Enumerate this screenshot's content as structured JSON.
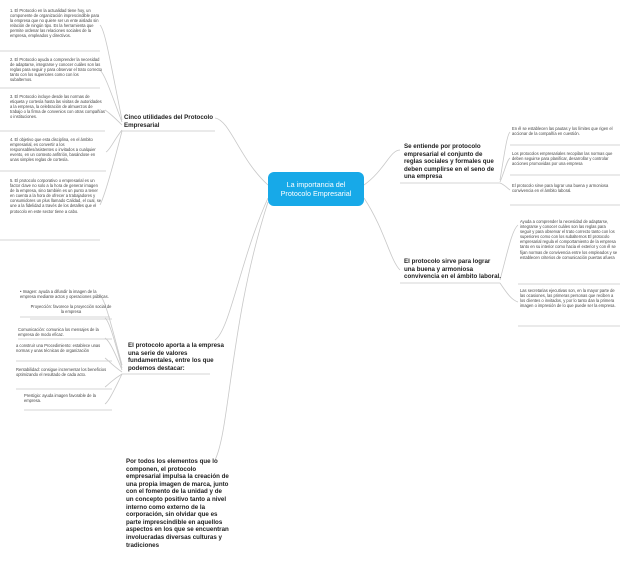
{
  "center": {
    "label": "La importancia del Protocolo Empresarial",
    "color": "#17a9e8"
  },
  "left_topics": [
    {
      "label": "Cinco utilidades del Protocolo Empresarial",
      "items": [
        "1.      El Protocolo en la actualidad tiene hoy, un componente de organización imprescindible para la empresa que no quiere ser un ente aislado sin relación de ningún tipo. Es la herramienta que permite ordenar las relaciones sociales de la empresa, empleados y  directivos.",
        "2.      El Protocolo ayuda a comprender la necesidad de adaptarse, integrarse y conocer cuáles son las reglas para seguir y para observar el trato correcto tanto con los superiores como con los subalternos.",
        "3.      El Protocolo incluye desde las normas de etiqueta y cortesía hasta las visitas de autoridades a la empresa, la celebración de almuerzos de trabajo o la firma de convenios con otras compañías o instituciones.",
        "4.      El objetivo que esta disciplina, en el ámbito empresarial, es convertir a los responsables/asistentes o invitados a cualquier evento, en un contexto anfitrión, basándose en unas simples reglas de cortesía.",
        "5.      El protocolo corporativo o empresarial es un factor clave no solo a la hora de generar imagen de la empresa, sino también es un punto a tener en cuenta a la hora de ofrecer a trabajadores y consumidores un plus llamado Calidad, el cual, se une a la fidelidad  a través de los detalles que el protocolo en este sector tiene a cabo."
      ]
    },
    {
      "label": "El protocolo aporta a la empresa una serie de valores fundamentales, entre los que podemos destacar:",
      "items": [
        "•    Imagen: ayuda a difundir la imagen de la empresa mediante actos y operaciones públicas.",
        "Proyección: favorece la proyección social de la empresa",
        "Comunicación: comunica los mensajes de la empresa de modo eficaz.",
        "a construir  una Procedimiento: establece unas normas y unas técnicas de organización",
        "Rentabilidad: consigue incrementar los beneficios optimizando el resultado de cada acto.",
        "Prestigio: ayuda imagen favorable de la empresa."
      ]
    },
    {
      "label": "Por todos los elementos que lo componen, el protocolo empresarial impulsa la creación de una propia imagen de marca, junto con el fomento de la unidad y de un concepto positivo tanto a nivel interno como externo de la corporación, sin olvidar que es parte imprescindible en aquellos aspectos en los que se encuentran involucradas diversas culturas y tradiciones",
      "items": []
    }
  ],
  "right_topics": [
    {
      "label": "Se entiende por protocolo empresarial el conjunto de reglas sociales y formales que deben cumplirse en el seno de una empresa",
      "items": [
        "En él se establecen las pautas y los límites que rigen el accionar de la compañía en cuestión.",
        "Los protocolos empresariales recopilan las normas que deben seguirse para planificar, desarrollar y controlar acciones promovidas por una empresa",
        "El protocolo sirve para lograr una buena y armoniosa convivencia en el ámbito laboral."
      ]
    },
    {
      "label": "El protocolo sirve para lograr una buena y armoniosa convivencia en el ámbito laboral.",
      "items": [
        "Ayuda a comprender la necesidad de adaptarse, integrarse y conocer cuáles son las reglas para seguir y para observar el trato correcto tanto con los superiores como con los subalternos El protocolo empresarial regula  el comportamiento de la empresa tanto en su interior como hacia el exterior y con él se fijan normas de convivencia entre los empleados y se establecen criterios de comunicación puertas afuera",
        "Las secretarias ejecutivas son, en la mayor parte de las ocasiones, las primeras personas que reciben a los clientes o invitados,  y por lo tanto dan la primera imagen o impresión de lo que puede ser la empresa."
      ]
    }
  ],
  "colors": {
    "link": "#c8c8c8",
    "text": "#222222"
  }
}
